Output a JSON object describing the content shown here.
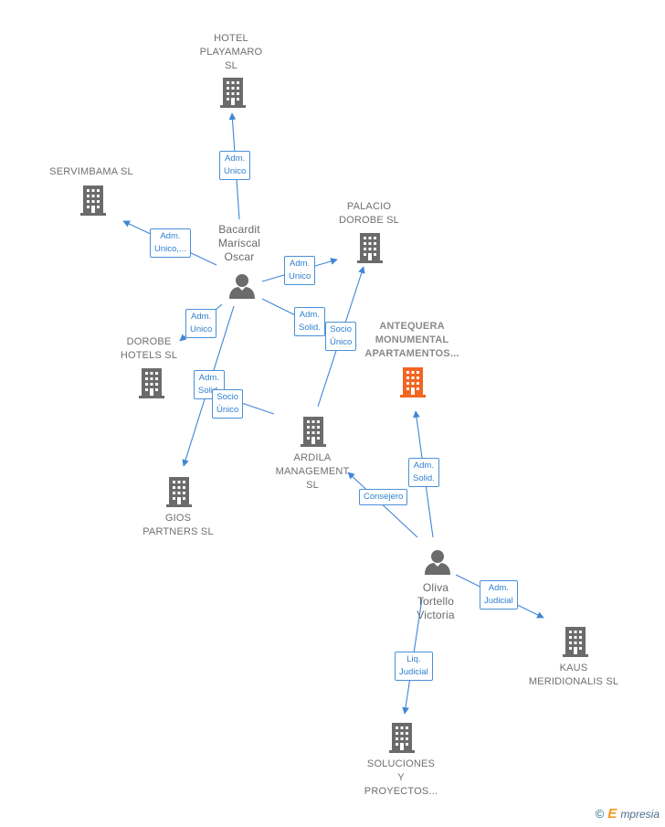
{
  "colors": {
    "edge": "#3f86d6",
    "company": "#6b6b6b",
    "focus": "#f26522",
    "person": "#6b6b6b"
  },
  "nodes": [
    {
      "id": "playamaro",
      "kind": "company",
      "label": "HOTEL\nPLAYAMARO\nSL"
    },
    {
      "id": "servimbama",
      "kind": "company",
      "label": "SERVIMBAMA SL"
    },
    {
      "id": "palacio",
      "kind": "company",
      "label": "PALACIO\nDOROBE  SL"
    },
    {
      "id": "antequera",
      "kind": "focus",
      "label": "ANTEQUERA\nMONUMENTAL\nAPARTAMENTOS..."
    },
    {
      "id": "dorobe",
      "kind": "company",
      "label": "DOROBE\nHOTELS  SL"
    },
    {
      "id": "ardila",
      "kind": "company",
      "label": "ARDILA\nMANAGEMENT\nSL"
    },
    {
      "id": "gios",
      "kind": "company",
      "label": "GIOS\nPARTNERS  SL"
    },
    {
      "id": "kaus",
      "kind": "company",
      "label": "KAUS\nMERIDIONALIS SL"
    },
    {
      "id": "soluciones",
      "kind": "company",
      "label": "SOLUCIONES\nY\nPROYECTOS..."
    },
    {
      "id": "bacardit",
      "kind": "person",
      "label": "Bacardit\nMariscal\nOscar"
    },
    {
      "id": "oliva",
      "kind": "person",
      "label": "Oliva\nTortello\nVictoria"
    }
  ],
  "edges": [
    {
      "from": "bacardit",
      "to": "playamaro",
      "label": "Adm.\nUnico"
    },
    {
      "from": "bacardit",
      "to": "servimbama",
      "label": "Adm.\nUnico,..."
    },
    {
      "from": "bacardit",
      "to": "palacio",
      "label": "Adm.\nUnico"
    },
    {
      "from": "bacardit",
      "to": "dorobe",
      "label": "Adm.\nUnico"
    },
    {
      "from": "bacardit",
      "to": "ardila_via",
      "label": "Adm.\nSolid."
    },
    {
      "from": "bacardit",
      "to": "gios",
      "label": "Adm.\nSolid."
    },
    {
      "from": "ardila",
      "to": "palacio",
      "label": "Socio\nÚnico"
    },
    {
      "from": "ardila",
      "to": "dorobe",
      "label": "Socio\nÚnico"
    },
    {
      "from": "oliva",
      "to": "antequera",
      "label": "Adm.\nSolid."
    },
    {
      "from": "oliva",
      "to": "ardila",
      "label": "Consejero"
    },
    {
      "from": "oliva",
      "to": "kaus",
      "label": "Adm.\nJudicial"
    },
    {
      "from": "oliva",
      "to": "soluciones",
      "label": "Liq.\nJudicial"
    }
  ],
  "brand": {
    "copyright": "©",
    "initial": "E",
    "rest": "mpresia"
  }
}
